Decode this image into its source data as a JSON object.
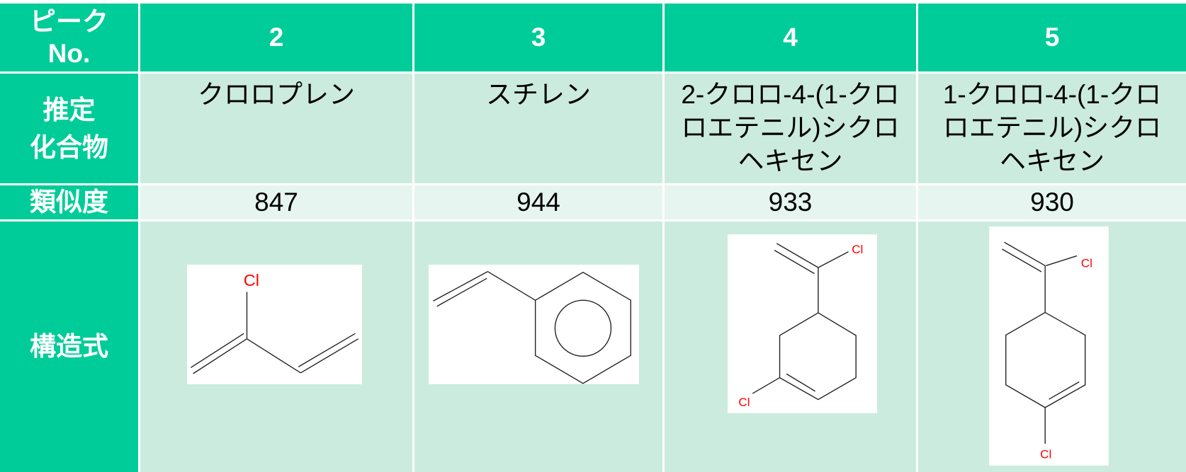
{
  "colors": {
    "header_bg": "#00CC99",
    "cell_bg": "#CCEBDF",
    "cell_bg_light": "#E6F5EF",
    "header_text": "#FFFFFF",
    "body_text": "#000000",
    "atom_label": "#FF0000"
  },
  "header": {
    "label_line1": "ピーク",
    "label_line2": "No.",
    "peaks": [
      "2",
      "3",
      "4",
      "5"
    ]
  },
  "compound": {
    "label_line1": "推定",
    "label_line2": "化合物",
    "names": [
      "クロロプレン",
      "スチレン",
      "2-クロロ-4-(1-クロロエテニル)シクロヘキセン",
      "1-クロロ-4-(1-クロロエテニル)シクロヘキセン"
    ]
  },
  "similarity": {
    "label": "類似度",
    "values": [
      847,
      944,
      933,
      930
    ]
  },
  "structure": {
    "label": "構造式",
    "atom_labels": [
      [
        "Cl"
      ],
      [],
      [
        "Cl",
        "Cl"
      ],
      [
        "Cl",
        "Cl"
      ]
    ]
  }
}
